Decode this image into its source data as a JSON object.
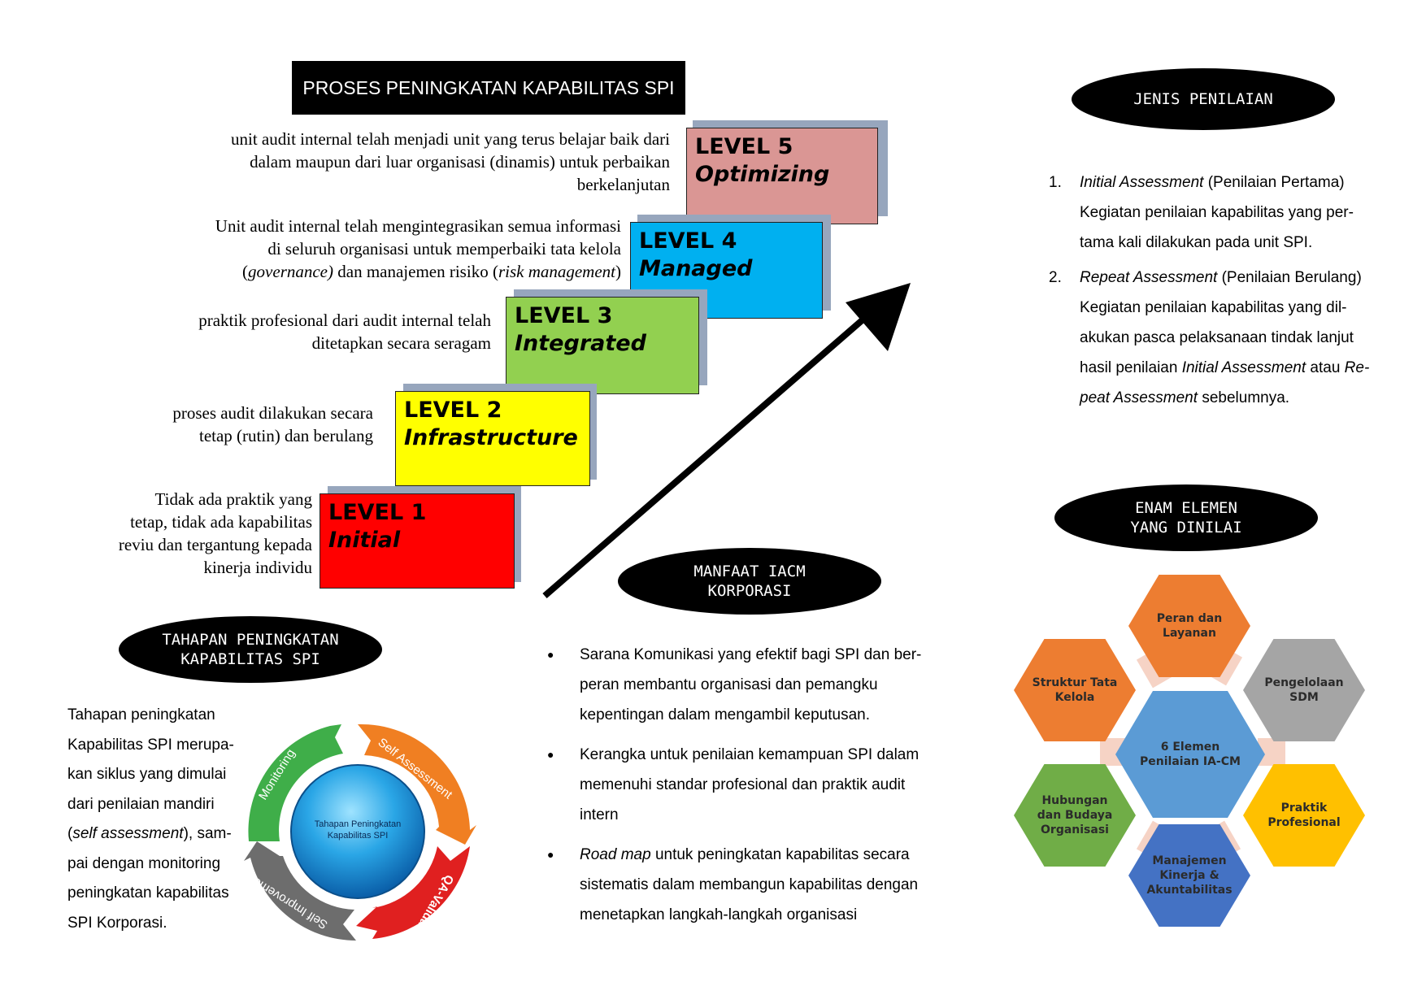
{
  "capability": {
    "title": "PROSES PENINGKATAN KAPABILITAS SPI",
    "levels": [
      {
        "level": "LEVEL 1",
        "name": "Initial",
        "color": "#ff0000",
        "description": "Tidak ada praktik yang\ntetap, tidak ada kapabilitas\nreviu dan tergantung kepada\nkinerja individu"
      },
      {
        "level": "LEVEL 2",
        "name": "Infrastructure",
        "color": "#ffff00",
        "description": "proses audit dilakukan secara\ntetap (rutin) dan berulang"
      },
      {
        "level": "LEVEL 3",
        "name": "Integrated",
        "color": "#92d050",
        "description": "praktik profesional dari audit internal telah\nditetapkan secara seragam"
      },
      {
        "level": "LEVEL 4",
        "name": "Managed",
        "color": "#00b0f0",
        "description_parts": [
          "Unit audit internal telah mengintegrasikan semua informasi\ndi seluruh organisasi untuk memperbaiki tata kelola\n(",
          "governance)",
          " dan manajemen risiko (",
          "risk management",
          ")"
        ]
      },
      {
        "level": "LEVEL 5",
        "name": "Optimizing",
        "color": "#da9694",
        "description": "unit audit internal telah menjadi unit yang terus belajar baik dari\ndalam maupun dari luar organisasi (dinamis) untuk perbaikan\nberkelanjutan"
      }
    ]
  },
  "jenis": {
    "title": "JENIS PENILAIAN",
    "items": [
      {
        "num": "1.",
        "term": "Initial Assessment",
        "label": " (Penilaian Pertama)",
        "body": "Kegiatan penilaian kapabilitas yang per-\ntama kali dilakukan pada unit SPI."
      },
      {
        "num": "2.",
        "term": "Repeat Assessment",
        "label": " (Penilaian Berulang)",
        "body_a": "Kegiatan penilaian kapabilitas yang dil-\nakukan pasca pelaksanaan tindak lanjut\nhasil penilaian ",
        "body_term1": "Initial Assessment",
        "body_b": " atau ",
        "body_term2": "Re-\npeat Assessment",
        "body_c": " sebelumnya."
      }
    ]
  },
  "manfaat": {
    "title": "MANFAAT IACM\nKORPORASI",
    "items": [
      {
        "text": "Sarana Komunikasi yang efektif bagi SPI dan ber-\nperan membantu organisasi dan  pemangku\nkepentingan dalam mengambil keputusan."
      },
      {
        "text": "Kerangka untuk penilaian kemampuan SPI dalam\nmemenuhi standar profesional dan praktik audit\nintern"
      },
      {
        "term": "Road map",
        "text": " untuk peningkatan kapabilitas secara\nsistematis dalam membangun kapabilitas dengan\nmenetapkan langkah-langkah organisasi"
      }
    ]
  },
  "tahapan": {
    "title": "TAHAPAN PENINGKATAN\nKAPABILITAS SPI",
    "text_a": "Tahapan peningkatan\nKapabilitas SPI merupa-\nkan siklus yang dimulai\ndari penilaian mandiri\n(",
    "text_term": "self assessment",
    "text_b": "), sam-\npai dengan monitoring\npeningkatan kapabilitas\nSPI Korporasi.",
    "cycle": {
      "center": "Tahapan Peningkatan\nKapabilitas SPI",
      "segments": [
        {
          "label": "Monitoring",
          "color": "#3fae49"
        },
        {
          "label": "Self Assessment",
          "color": "#f07f22"
        },
        {
          "label": "QA-Validation",
          "color": "#e02020"
        },
        {
          "label": "Self Improvement",
          "color": "#6d6d6d"
        }
      ]
    }
  },
  "enam": {
    "title": "ENAM ELEMEN\nYANG DINILAI",
    "center": {
      "label": "6 Elemen\nPenilaian IA-CM",
      "color": "#5b9bd5"
    },
    "elements": [
      {
        "label": "Peran dan\nLayanan",
        "color": "#ed7d31"
      },
      {
        "label": "Pengelolaan\nSDM",
        "color": "#a5a5a5"
      },
      {
        "label": "Praktik\nProfesional",
        "color": "#ffc000"
      },
      {
        "label": "Manajemen\nKinerja &\nAkuntabilitas",
        "color": "#4472c4"
      },
      {
        "label": "Hubungan\ndan Budaya\nOrganisasi",
        "color": "#70ad47"
      },
      {
        "label": "Struktur Tata\nKelola",
        "color": "#ed7d31"
      }
    ]
  }
}
